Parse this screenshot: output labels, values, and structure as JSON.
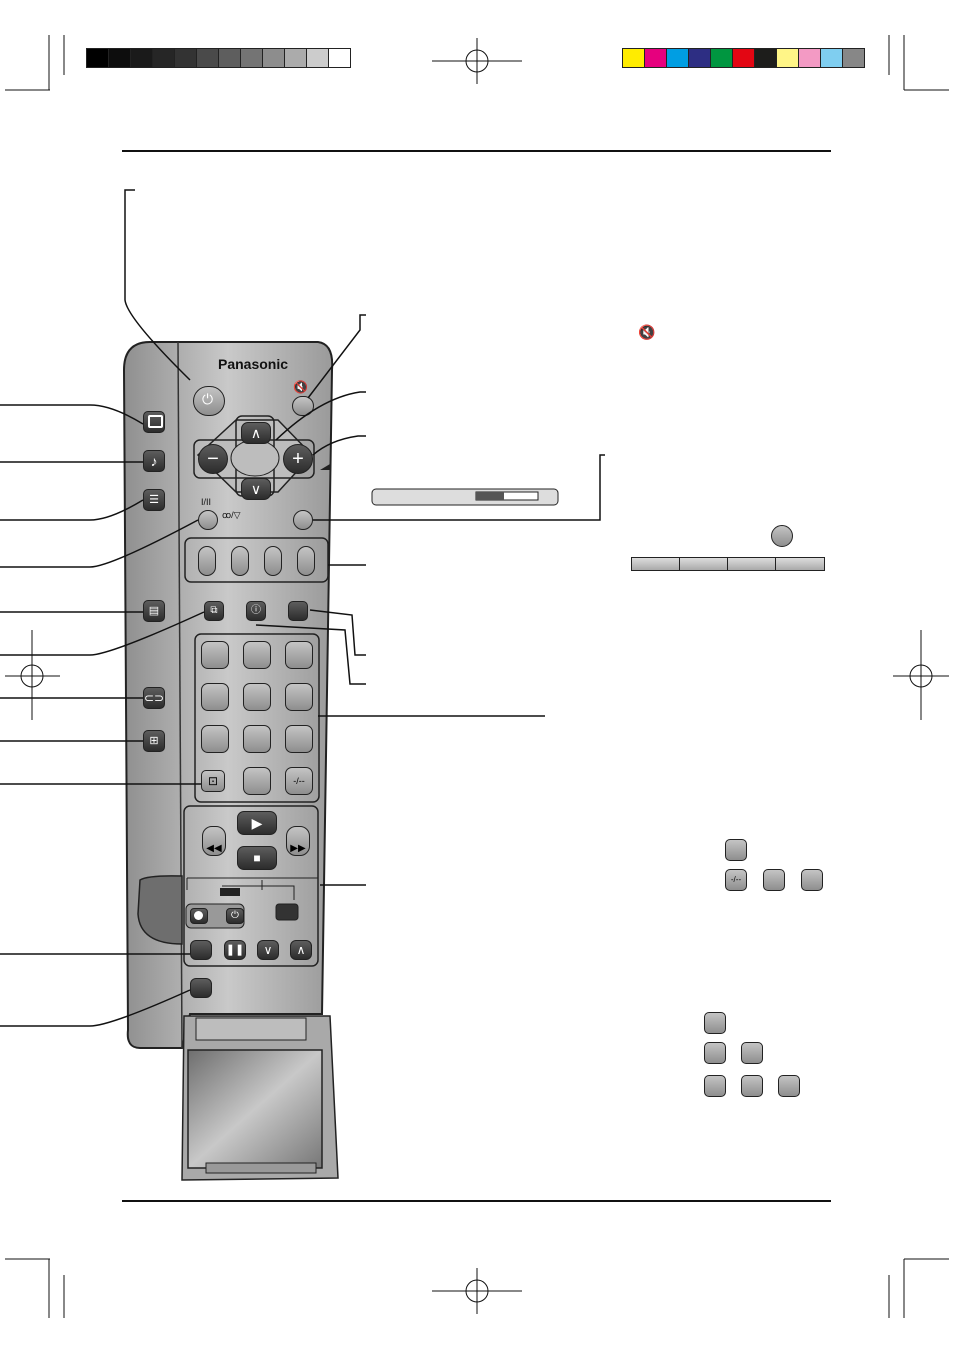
{
  "brand": "Panasonic",
  "remote_labels": {
    "surround": "I/II",
    "sound_select": "ꝏ/▽",
    "dash": "-/--"
  },
  "colors": {
    "calibration_gray": [
      "#000000",
      "#0d0d0d",
      "#1a1a1a",
      "#262626",
      "#333333",
      "#4a4a4a",
      "#5e5e5e",
      "#747474",
      "#8d8d8d",
      "#ababab",
      "#cccccc",
      "#ffffff"
    ],
    "calibration_color": [
      "#ffec00",
      "#e6007e",
      "#009ee3",
      "#2d2e83",
      "#009640",
      "#e30613",
      "#1d1d1b",
      "#fff587",
      "#f39ac4",
      "#7fcef0",
      "#878787"
    ],
    "button_gray": "#a8a8a8",
    "button_dark": "#3a3a3a"
  },
  "icons": [
    "power-icon",
    "mute-icon",
    "tv-icon",
    "note-icon",
    "menu-icon",
    "teletext-icon",
    "picture-in-picture-icon",
    "index-icon",
    "aspect-icon",
    "link-icon",
    "zoom-icon",
    "rewind-icon",
    "play-icon",
    "forward-icon",
    "stop-icon",
    "pause-icon",
    "skip-back-icon",
    "skip-forward-icon",
    "record-icon"
  ]
}
